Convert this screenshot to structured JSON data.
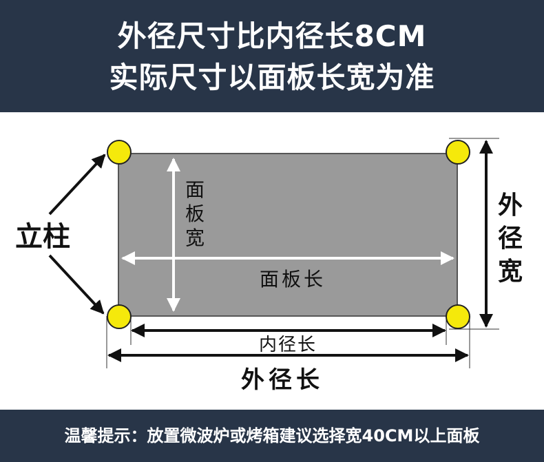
{
  "header": {
    "line1": "外径尺寸比内径长8CM",
    "line2": "实际尺寸以面板长宽为准"
  },
  "diagram": {
    "label_pillar": "立柱",
    "label_panel_width": [
      "面",
      "板",
      "宽"
    ],
    "label_panel_length": "面板长",
    "label_inner_length": "内径长",
    "label_outer_length": "外径长",
    "label_outer_width": [
      "外",
      "径",
      "宽"
    ],
    "colors": {
      "panel": "#9a9a9a",
      "pillar": "#f5e90b",
      "arrow": "#111111",
      "panel_arrow": "#ffffff"
    }
  },
  "footer": {
    "tip": "温馨提示：放置微波炉或烤箱建议选择宽40CM以上面板"
  }
}
